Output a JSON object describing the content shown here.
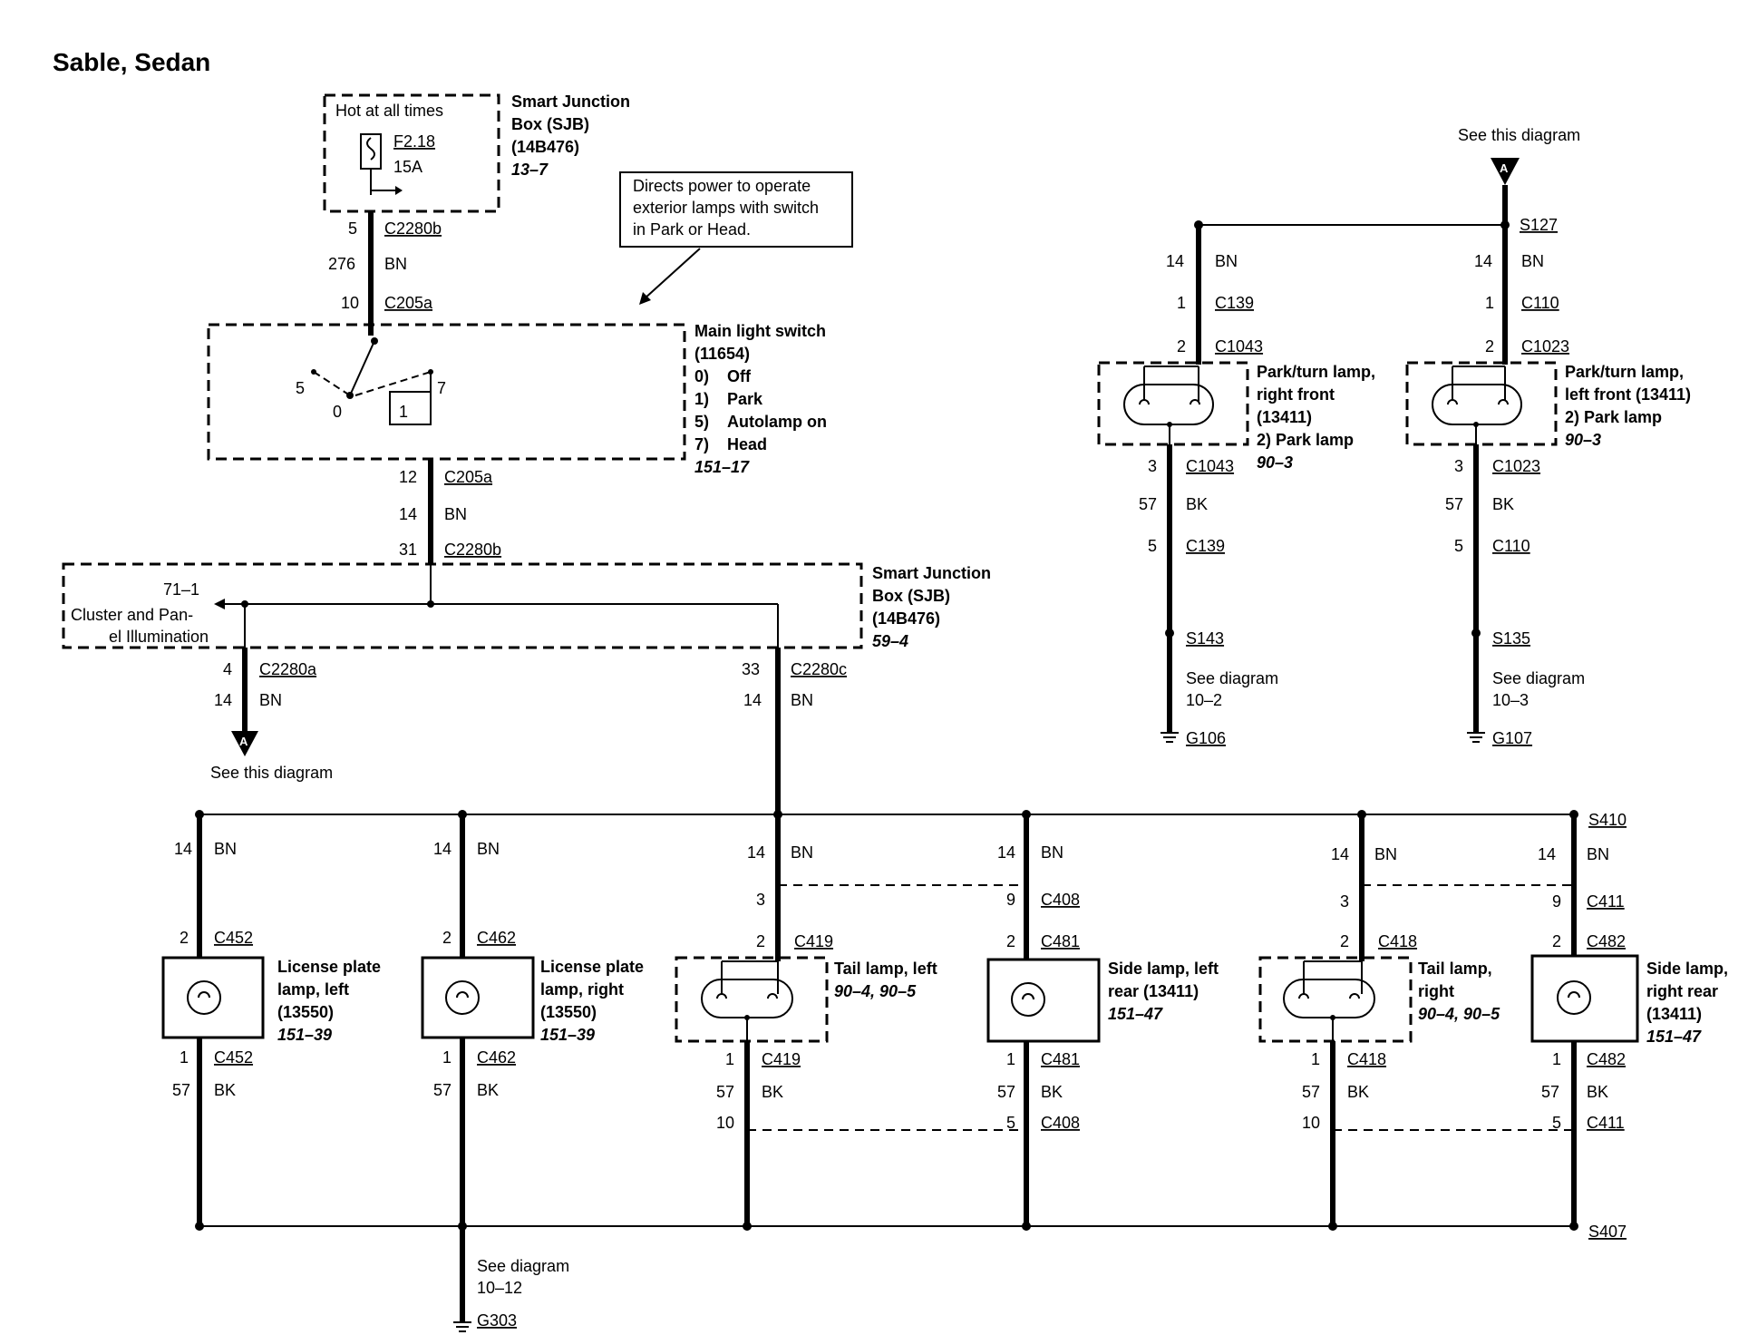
{
  "title": "Sable, Sedan",
  "sjb_top": {
    "hot_label": "Hot at all times",
    "fuse_id": "F2.18",
    "fuse_amps": "15A",
    "name_line1": "Smart Junction",
    "name_line2": "Box (SJB)",
    "part": "(14B476)",
    "ref": "13–7"
  },
  "callout": {
    "line1": "Directs power to operate",
    "line2": "exterior lamps with switch",
    "line3": "in Park or Head."
  },
  "wire1": {
    "pin_top": "5",
    "conn_top": "C2280b",
    "circuit": "276",
    "color": "BN",
    "pin_bottom": "10",
    "conn_bottom": "C205a"
  },
  "switch": {
    "name": "Main light switch",
    "part": "(11654)",
    "positions": [
      {
        "num": "0)",
        "label": "Off"
      },
      {
        "num": "1)",
        "label": "Park"
      },
      {
        "num": "5)",
        "label": "Autolamp on"
      },
      {
        "num": "7)",
        "label": "Head"
      }
    ],
    "ref": "151–17",
    "contact_labels": {
      "p5": "5",
      "p0": "0",
      "p1": "1",
      "p7": "7"
    }
  },
  "wire2": {
    "pin_top": "12",
    "conn_top": "C205a",
    "circuit": "14",
    "color": "BN",
    "pin_bottom": "31",
    "conn_bottom": "C2280b"
  },
  "sjb_mid": {
    "name_line1": "Smart Junction",
    "name_line2": "Box (SJB)",
    "part": "(14B476)",
    "ref": "59–4",
    "cluster_ref": "71–1",
    "cluster_line1": "Cluster and Pan-",
    "cluster_line2": "el Illumination"
  },
  "wire_a": {
    "pin": "4",
    "conn": "C2280a",
    "circuit": "14",
    "color": "BN",
    "arrow": "A",
    "see": "See this diagram"
  },
  "wire_c": {
    "pin": "33",
    "conn": "C2280c",
    "circuit": "14",
    "color": "BN"
  },
  "splices": {
    "s410": "S410",
    "s407": "S407",
    "s127": "S127",
    "s143": "S143",
    "s135": "S135"
  },
  "ground_g303": {
    "see_line1": "See diagram",
    "see_line2": "10–12",
    "ground": "G303"
  },
  "rear_lamps": [
    {
      "id": "lpl",
      "circuit": "14",
      "color": "BN",
      "pin_top": "2",
      "conn_top": "C452",
      "name_lines": [
        "License plate",
        "lamp, left",
        "(13550)"
      ],
      "ref": "151–39",
      "pin_bottom": "1",
      "conn_bottom": "C452",
      "gnd_circuit": "57",
      "gnd_color": "BK"
    },
    {
      "id": "lpr",
      "circuit": "14",
      "color": "BN",
      "pin_top": "2",
      "conn_top": "C462",
      "name_lines": [
        "License plate",
        "lamp, right",
        "(13550)"
      ],
      "ref": "151–39",
      "pin_bottom": "1",
      "conn_bottom": "C462",
      "gnd_circuit": "57",
      "gnd_color": "BK"
    },
    {
      "id": "tl",
      "circuit": "14",
      "color": "BN",
      "pin_mid": "3",
      "pin_top": "2",
      "conn_top": "C419",
      "name_lines": [
        "Tail lamp, left"
      ],
      "ref": "90–4, 90–5",
      "pin_bottom": "1",
      "conn_bottom": "C419",
      "gnd_circuit": "57",
      "gnd_color": "BK",
      "pin_gnd": "10"
    },
    {
      "id": "sl",
      "circuit": "14",
      "color": "BN",
      "pin_mid": "9",
      "conn_mid": "C408",
      "pin_top": "2",
      "conn_top": "C481",
      "name_lines": [
        "Side lamp, left",
        "rear (13411)"
      ],
      "ref": "151–47",
      "pin_bottom": "1",
      "conn_bottom": "C481",
      "gnd_circuit": "57",
      "gnd_color": "BK",
      "pin_gnd": "5",
      "conn_gnd": "C408"
    },
    {
      "id": "tr",
      "circuit": "14",
      "color": "BN",
      "pin_mid": "3",
      "pin_top": "2",
      "conn_top": "C418",
      "name_lines": [
        "Tail lamp,",
        "right"
      ],
      "ref": "90–4, 90–5",
      "pin_bottom": "1",
      "conn_bottom": "C418",
      "gnd_circuit": "57",
      "gnd_color": "BK",
      "pin_gnd": "10"
    },
    {
      "id": "sr",
      "circuit": "14",
      "color": "BN",
      "pin_mid": "9",
      "conn_mid": "C411",
      "pin_top": "2",
      "conn_top": "C482",
      "name_lines": [
        "Side lamp,",
        "right rear",
        "(13411)"
      ],
      "ref": "151–47",
      "pin_bottom": "1",
      "conn_bottom": "C482",
      "gnd_circuit": "57",
      "gnd_color": "BK",
      "pin_gnd": "5",
      "conn_gnd": "C411"
    }
  ],
  "front": {
    "see_top": "See this diagram",
    "arrow": "A",
    "right_front": {
      "circuit": "14",
      "color": "BN",
      "pin1": "1",
      "conn1": "C139",
      "pin2": "2",
      "conn2": "C1043",
      "name_lines": [
        "Park/turn lamp,",
        "right front",
        "(13411)"
      ],
      "sub": "2)   Park lamp",
      "ref": "90–3",
      "pin3": "3",
      "conn3": "C1043",
      "gnd_circuit": "57",
      "gnd_color": "BK",
      "pin5": "5",
      "conn5": "C139",
      "see_line1": "See diagram",
      "see_line2": "10–2",
      "ground": "G106"
    },
    "left_front": {
      "circuit": "14",
      "color": "BN",
      "pin1": "1",
      "conn1": "C110",
      "pin2": "2",
      "conn2": "C1023",
      "name_lines": [
        "Park/turn lamp,",
        "left front (13411)"
      ],
      "sub": "2)   Park lamp",
      "ref": "90–3",
      "pin3": "3",
      "conn3": "C1023",
      "gnd_circuit": "57",
      "gnd_color": "BK",
      "pin5": "5",
      "conn5": "C110",
      "see_line1": "See diagram",
      "see_line2": "10–3",
      "ground": "G107"
    }
  }
}
